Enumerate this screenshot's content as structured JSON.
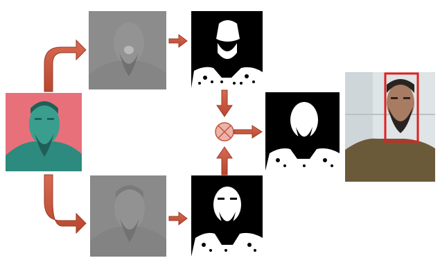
{
  "diagram": {
    "panels": [
      {
        "id": "input-face",
        "kind": "color-filtered",
        "tint": "#e8707a",
        "shade": "#2d9a8a"
      },
      {
        "id": "gray-channel-top",
        "kind": "grayscale",
        "tint": "#8c8c8c"
      },
      {
        "id": "gray-channel-bottom",
        "kind": "grayscale",
        "tint": "#8a8a8a"
      },
      {
        "id": "binary-mask-top",
        "kind": "binary",
        "tint": "#000000"
      },
      {
        "id": "binary-mask-bottom",
        "kind": "binary",
        "tint": "#000000"
      },
      {
        "id": "combined-mask",
        "kind": "binary",
        "tint": "#000000"
      },
      {
        "id": "detected-face",
        "kind": "photo",
        "box_color": "#e02020"
      }
    ],
    "operator": {
      "symbol": "⊗",
      "color": "#e8b0a6"
    },
    "arrow_color": "#c8533e"
  }
}
